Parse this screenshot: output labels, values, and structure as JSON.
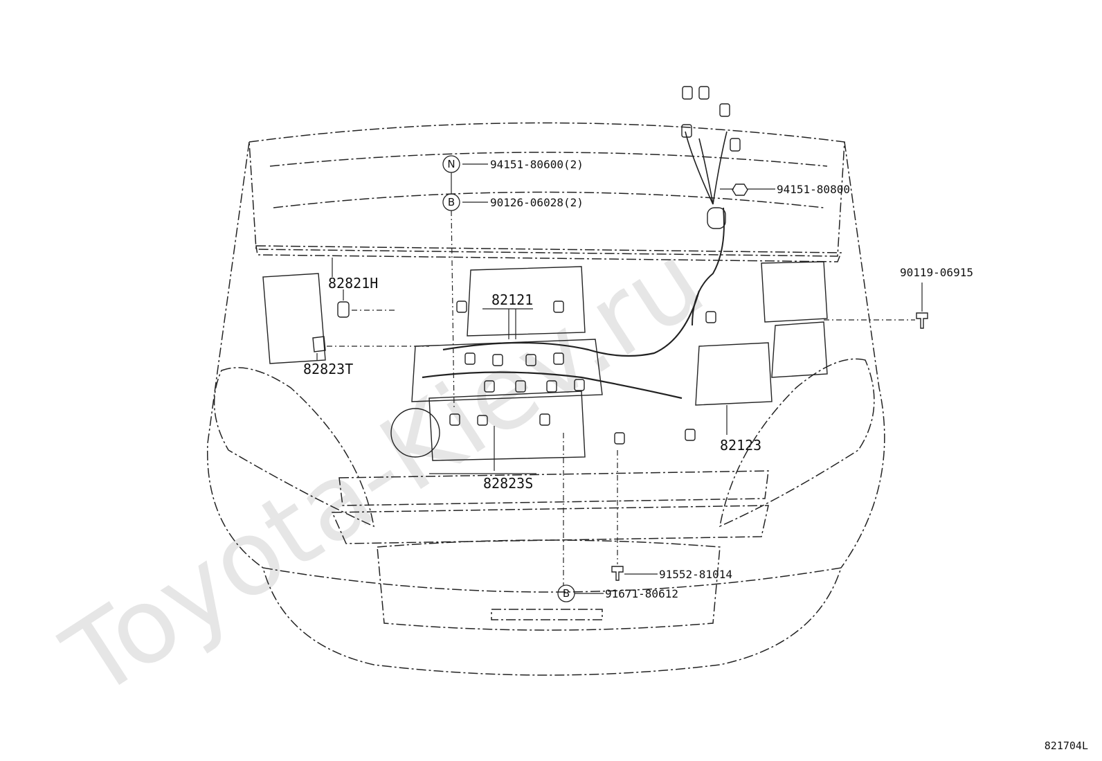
{
  "watermark": "Toyota-Kiev.ru",
  "figure_code": "821704L",
  "callouts": {
    "n_symbol": "N",
    "b_symbol": "B",
    "b2_symbol": "B",
    "p94151_80600": "94151-80600(2)",
    "p90126_06028": "90126-06028(2)",
    "p94151_80800": "94151-80800",
    "p90119_06915": "90119-06915",
    "p82821H": "82821H",
    "p82121": "82121",
    "p82823T": "82823T",
    "p82123": "82123",
    "p82823S": "82823S",
    "p91552_81014": "91552-81014",
    "p91671_80612": "91671-80612"
  }
}
